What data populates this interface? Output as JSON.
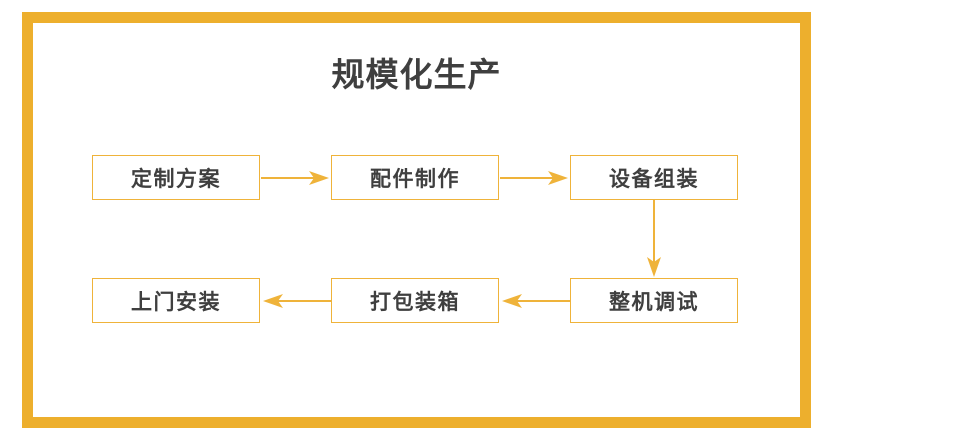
{
  "diagram": {
    "title": "规模化生产",
    "title_color": "#3f3f3f",
    "frame_color": "#edaf2d",
    "box_border_color": "#efb33a",
    "arrow_color": "#efb33a",
    "background_color": "#ffffff",
    "type": "process-flowchart",
    "steps": [
      {
        "id": "step-1",
        "label": "定制方案",
        "row": 1,
        "col": 1
      },
      {
        "id": "step-2",
        "label": "配件制作",
        "row": 1,
        "col": 2
      },
      {
        "id": "step-3",
        "label": "设备组装",
        "row": 1,
        "col": 3
      },
      {
        "id": "step-4",
        "label": "整机调试",
        "row": 2,
        "col": 3
      },
      {
        "id": "step-5",
        "label": "打包装箱",
        "row": 2,
        "col": 2
      },
      {
        "id": "step-6",
        "label": "上门安装",
        "row": 2,
        "col": 1
      }
    ],
    "connectors": [
      {
        "id": "conn-1",
        "from": "step-1",
        "to": "step-2",
        "direction": "right"
      },
      {
        "id": "conn-2",
        "from": "step-2",
        "to": "step-3",
        "direction": "right"
      },
      {
        "id": "conn-3",
        "from": "step-3",
        "to": "step-4",
        "direction": "down"
      },
      {
        "id": "conn-4",
        "from": "step-4",
        "to": "step-5",
        "direction": "left"
      },
      {
        "id": "conn-5",
        "from": "step-5",
        "to": "step-6",
        "direction": "left"
      }
    ]
  }
}
